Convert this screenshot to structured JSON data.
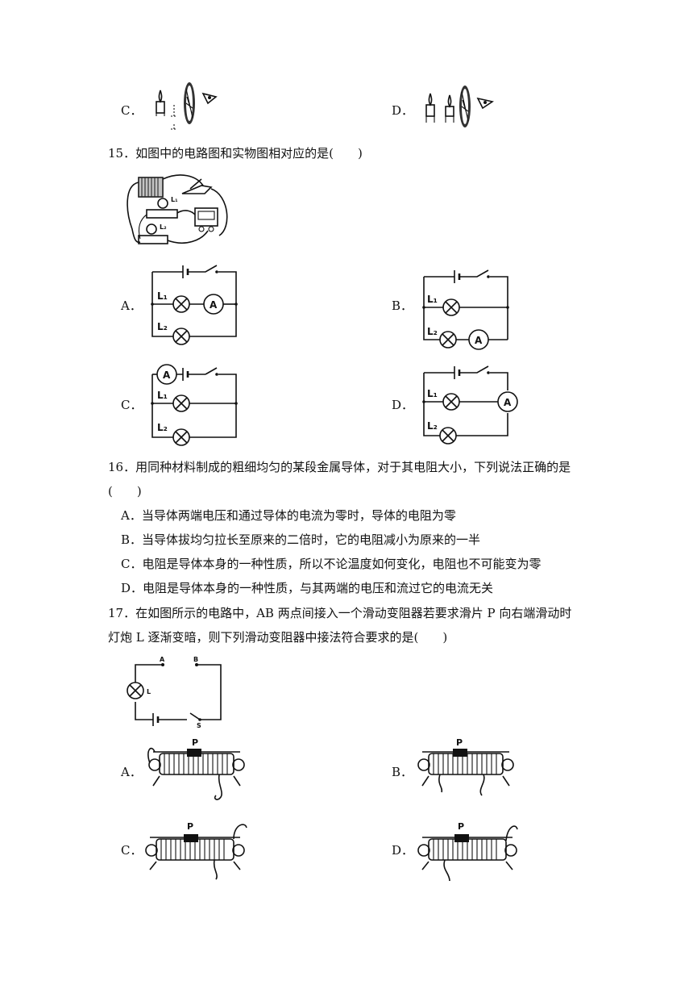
{
  "q14": {
    "options": [
      {
        "label": "C．"
      },
      {
        "label": "D．"
      }
    ]
  },
  "q15": {
    "stem": "15．如图中的电路图和实物图相对应的是(　　)",
    "diagram_labels": {
      "l1": "L₁",
      "l2": "L₂"
    },
    "ammeter": "A",
    "options": [
      {
        "label": "A．"
      },
      {
        "label": "B．"
      },
      {
        "label": "C．"
      },
      {
        "label": "D．"
      }
    ]
  },
  "q16": {
    "stem": "16．用同种材料制成的粗细均匀的某段金属导体，对于其电阻大小，下列说法正确的是",
    "stem_cont": "(　　)",
    "options": [
      "A．当导体两端电压和通过导体的电流为零时，导体的电阻为零",
      "B．当导体拔均匀拉长至原来的二倍时，它的电阻减小为原来的一半",
      "C．电阻是导体本身的一种性质，所以不论温度如何变化，电阻也不可能变为零",
      "D．电阻是导体本身的一种性质，与其两端的电压和流过它的电流无关"
    ]
  },
  "q17": {
    "stem_line1": "17．在如图所示的电路中，AB 两点间接入一个滑动变阻器若要求滑片 P 向右端滑动时",
    "stem_line2": "灯炮 L 逐渐变暗，则下列滑动变阻器中接法符合要求的是(　　)",
    "diagram_labels": {
      "a": "A",
      "b": "B",
      "l": "L",
      "s": "S"
    },
    "slider": "P",
    "options": [
      {
        "label": "A．"
      },
      {
        "label": "B．"
      },
      {
        "label": "C．"
      },
      {
        "label": "D．"
      }
    ]
  }
}
